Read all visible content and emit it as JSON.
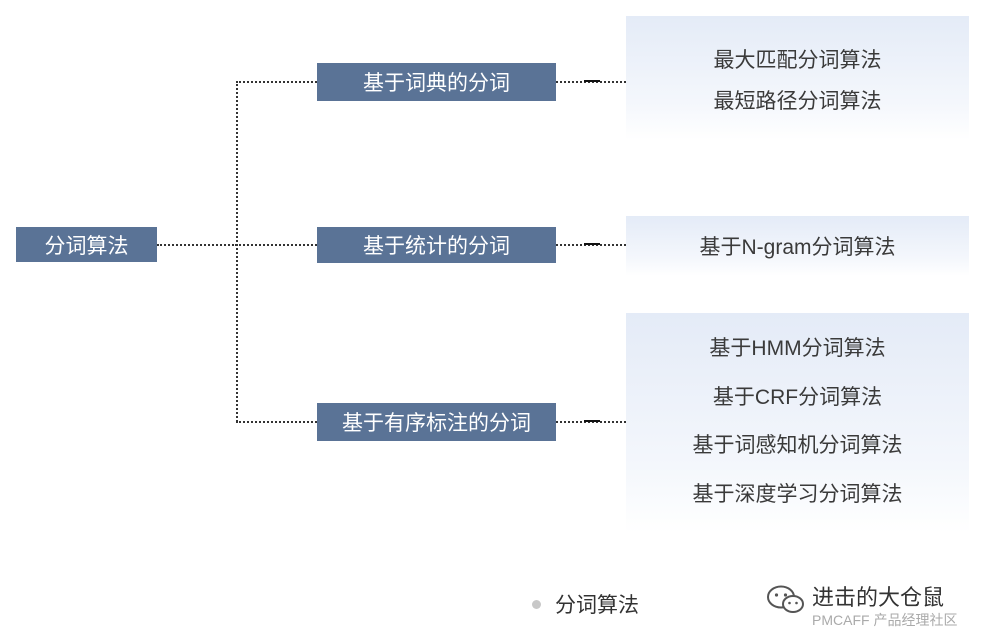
{
  "root": {
    "label": "分词算法"
  },
  "branches": [
    {
      "label": "基于词典的分词",
      "leaves": [
        "最大匹配分词算法",
        "最短路径分词算法"
      ]
    },
    {
      "label": "基于统计的分词",
      "leaves": [
        "基于N-gram分词算法"
      ]
    },
    {
      "label": "基于有序标注的分词",
      "leaves": [
        "基于HMM分词算法",
        "基于CRF分词算法",
        "基于词感知机分词算法",
        "基于深度学习分词算法"
      ]
    }
  ],
  "caption": {
    "text": "分词算法"
  },
  "watermark": {
    "name": "进击的大仓鼠",
    "sub": "PMCAFF 产品经理社区",
    "icon": "wechat-icon"
  },
  "colors": {
    "node_bg": "#5a7396",
    "node_text": "#ffffff",
    "leaf_bg": "#e4ebf7",
    "connector": "#333333"
  }
}
